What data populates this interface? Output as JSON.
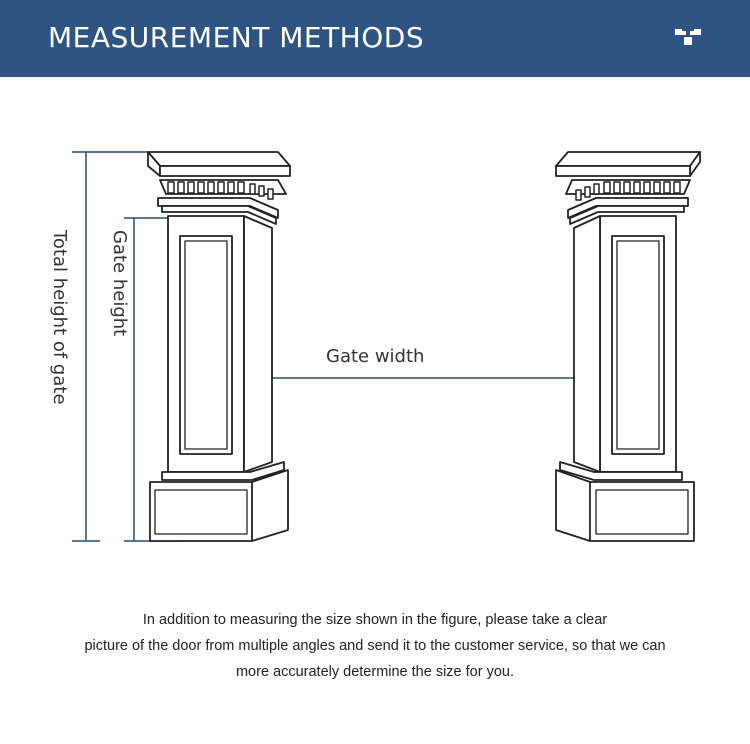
{
  "header": {
    "title": "MEASUREMENT METHODS",
    "background_color": "#2d5482",
    "logo_icon": "brand-v-logo-icon"
  },
  "diagram": {
    "labels": {
      "total_height": "Total height of gate",
      "gate_height": "Gate height",
      "gate_width": "Gate width"
    },
    "line_color": "#2b4a6f"
  },
  "note": {
    "lines": [
      "In addition to measuring the size shown in the figure, please take a clear",
      "picture of the door from multiple angles and send it to the customer service, so that we can",
      "more accurately determine the size for you."
    ]
  }
}
